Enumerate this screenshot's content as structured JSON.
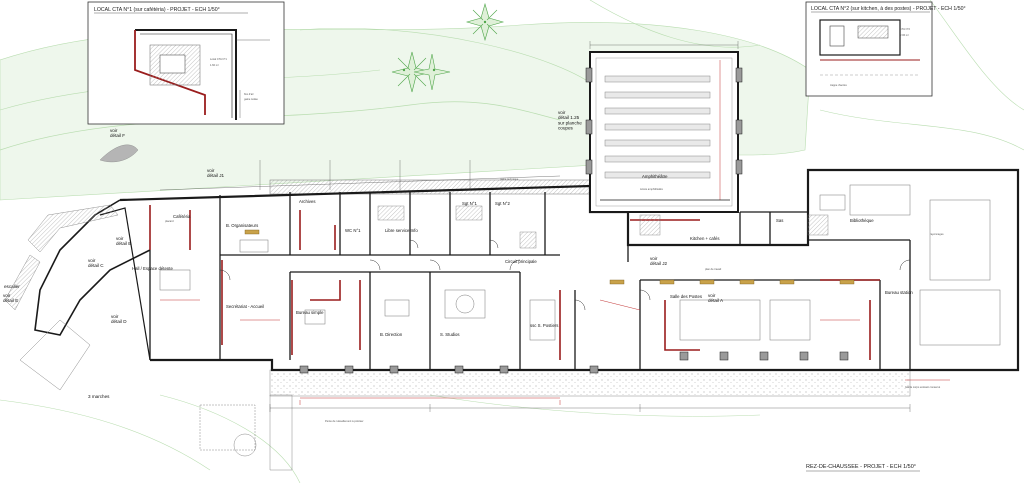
{
  "colors": {
    "background": "#ffffff",
    "terrain_green": "#b9ddb0",
    "tree_green": "#4fa64a",
    "wall_black": "#1a1a1a",
    "wall_red": "#9a1d1d",
    "annotation_red": "#c03030",
    "hatch_grey": "#9a9a9a"
  },
  "inset_left": {
    "title": "LOCAL CTA N°1 (sur cafétéria) - PROJET - ECH 1/50°"
  },
  "inset_right": {
    "title": "LOCAL CTA N°2 (sur kitchen, à des postes) - PROJET - ECH 1/50°"
  },
  "drawing": {
    "title": "REZ-DE-CHAUSSEE - PROJET - ECH 1/50°"
  },
  "callouts": {
    "detail_f": "voir\ndétail F",
    "detail_j1": "voir\ndétail J1",
    "detail_b": "voir\ndétail B",
    "detail_c": "voir\ndétail C",
    "detail_d": "voir\ndétail D",
    "detail_e": "voir\ndétail E",
    "detail_1_25": "voir\ndétail 1.25\nsur planche\ncoupes",
    "detail_j2": "voir\ndétail J2",
    "detail_a": "voir\ndétail A",
    "escalier": "escalier",
    "trois_marches": "3 marches"
  },
  "rooms": {
    "cafeteria": "Cafétéria",
    "organisateurs": "B. Organisateurs",
    "archives": "Archives",
    "wc": "WC N°1",
    "sgt_1": "Sgt N°1",
    "sgt_2": "Sgt N°2",
    "libre_service": "Libre service Info",
    "hall": "Hall / Espace détente",
    "secretariat": "Secrétariat - Accueil",
    "bureau_simple": "Bureau simple",
    "direction": "B. Direction",
    "studios": "S. Studios",
    "circuit": "Circuit principale",
    "postiers": "ssc S. Postiers",
    "amphitheatre": "Amphithéâtre",
    "kitchen": "Kitchen + cafés",
    "salle_postes": "Salle des Postes",
    "bibliotheque": "Bibliothèque",
    "sas": "Sas",
    "bureau_station": "Bureau station"
  }
}
